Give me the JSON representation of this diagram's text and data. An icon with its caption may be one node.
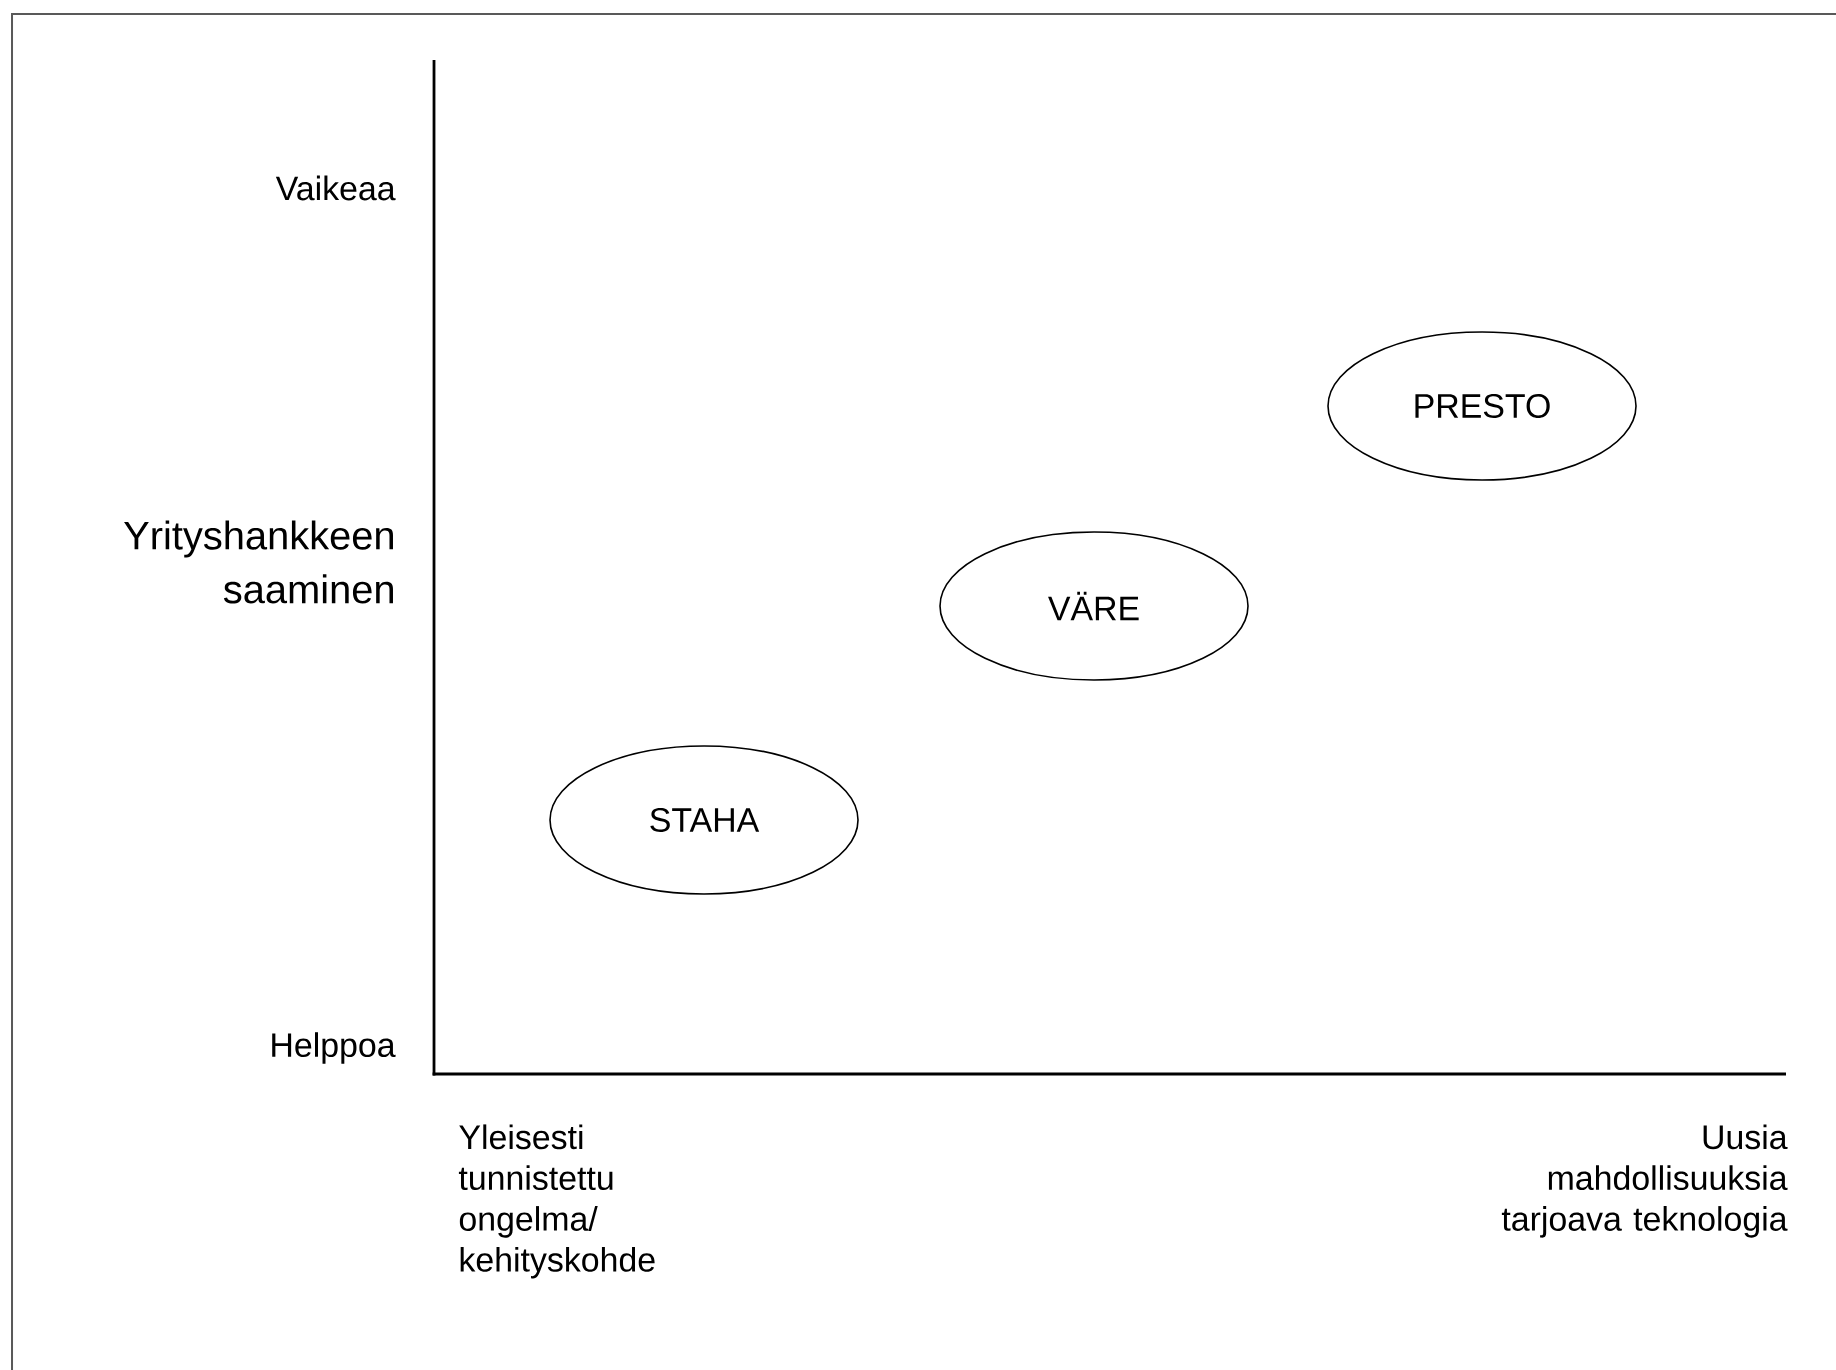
{
  "diagram": {
    "nodes": [
      {
        "text": [
          "PRESTO"
        ]
      },
      {
        "text": [
          "VÄRE"
        ]
      },
      {
        "text": [
          "STAHA"
        ]
      }
    ],
    "labels": [
      "Vaikeaa",
      "Yrityshankkeen saaminen",
      "Helppoa",
      "Yleisesti tunnistettu ongelma/ kehityskohde",
      "Uusia mahdollisuuksia tarjoava teknologia"
    ]
  }
}
